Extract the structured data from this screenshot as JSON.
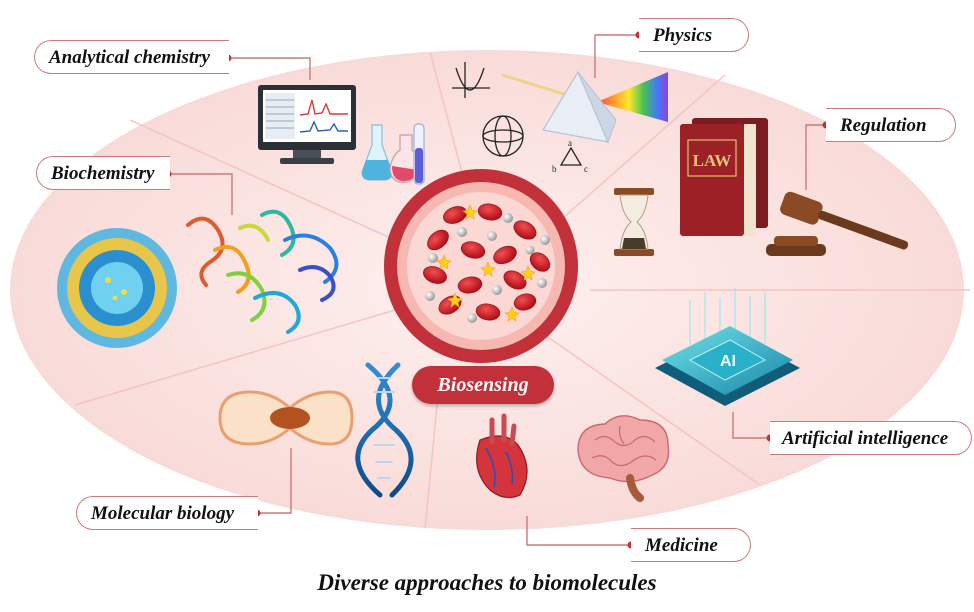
{
  "center": {
    "label": "Biosensing"
  },
  "fields": {
    "physics": "Physics",
    "analytical_chemistry": "Analytical chemistry",
    "regulation": "Regulation",
    "biochemistry": "Biochemistry",
    "artificial_intelligence": "Artificial intelligence",
    "molecular_biology": "Molecular biology",
    "medicine": "Medicine"
  },
  "illustration_text": {
    "law_book": "LAW",
    "ai_chip": "AI",
    "triangle_vertices": [
      "a",
      "b",
      "c"
    ]
  },
  "caption": "Diverse approaches to biomolecules",
  "colors": {
    "ellipse_fill": "#fbe3e1",
    "accent_red": "#c2313a",
    "label_border": "#c97a7a"
  }
}
